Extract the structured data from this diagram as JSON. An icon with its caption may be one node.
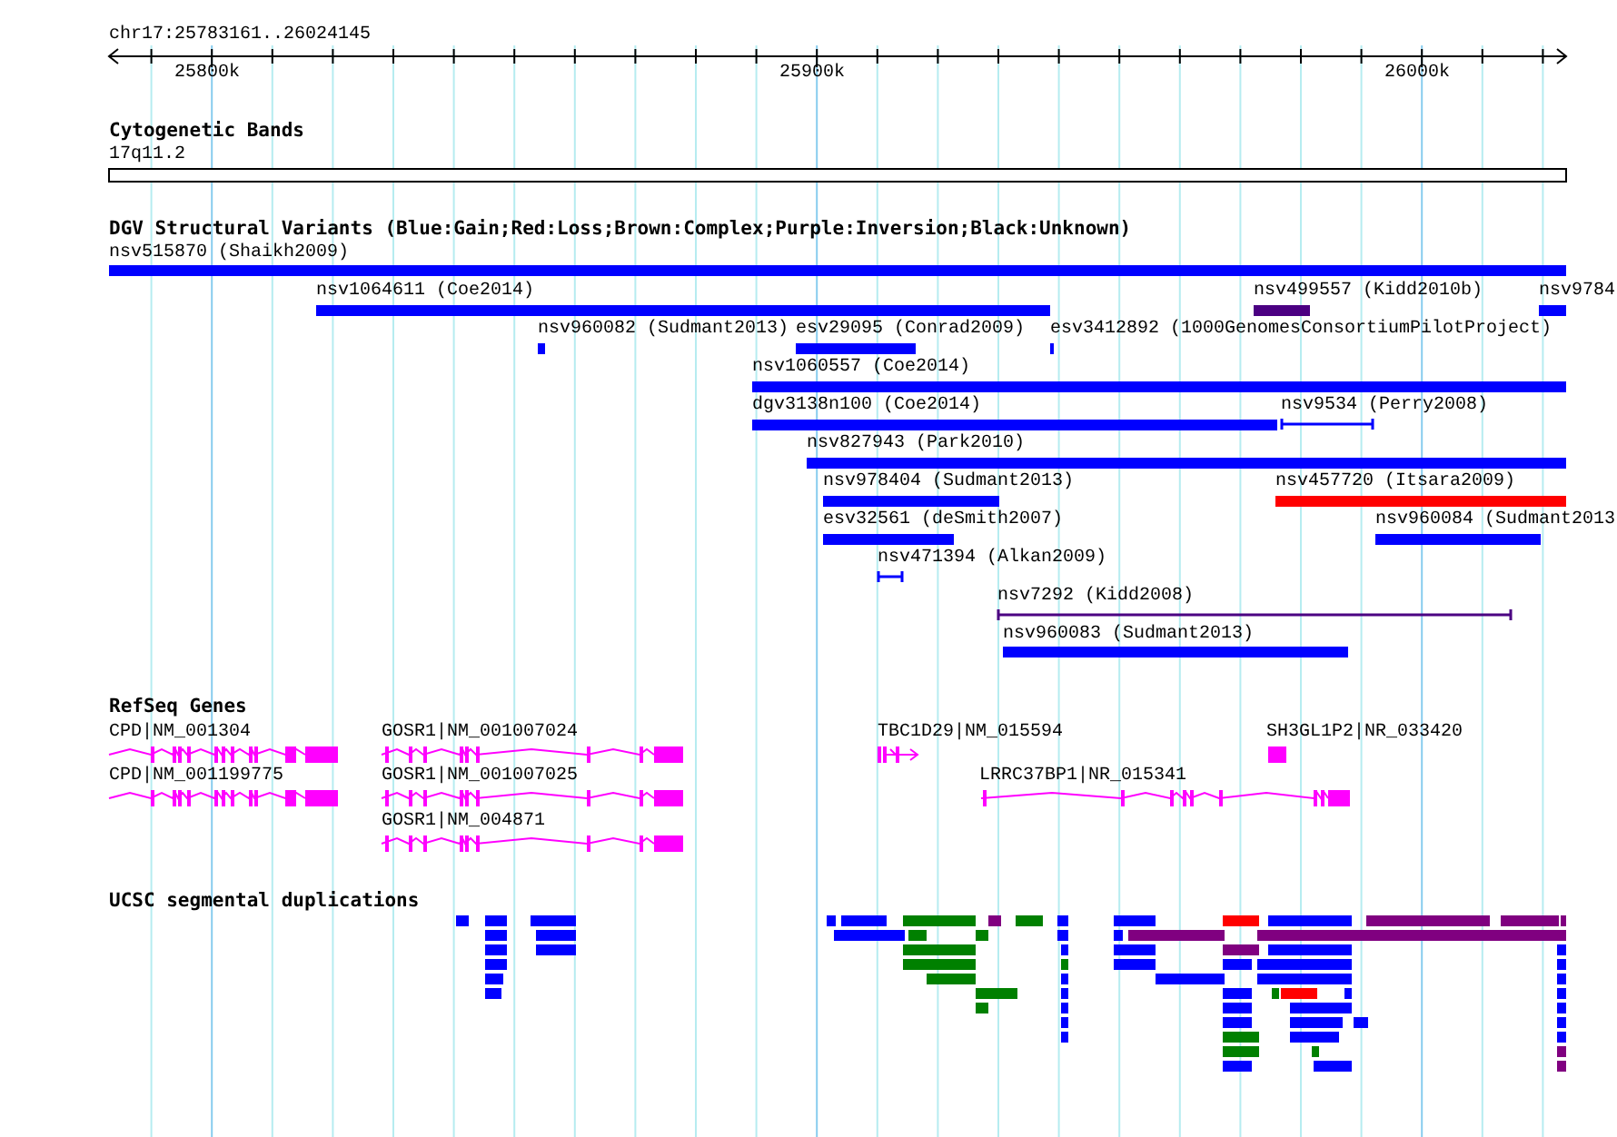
{
  "diagram": {
    "labels": [
      "chr17:25783161..26024145",
      "25800k",
      "25900k",
      "26000k",
      "Cytogenetic Bands",
      "17q11.2",
      "DGV Structural Variants (Blue:Gain;Red:Loss;Brown:Complex;Purple:Inversion;Black:Unknown)",
      "nsv515870 (Shaikh2009)",
      "nsv1064611 (Coe2014)",
      "nsv499557 (Kidd2010b)",
      "nsv9784",
      "nsv960082 (Sudmant2013)",
      "esv29095 (Conrad2009)",
      "esv3412892 (1000GenomesConsortiumPilotProject)",
      "nsv1060557 (Coe2014)",
      "dgv3138n100 (Coe2014)",
      "nsv9534 (Perry2008)",
      "nsv827943 (Park2010)",
      "nsv978404 (Sudmant2013)",
      "nsv457720 (Itsara2009)",
      "esv32561 (deSmith2007)",
      "nsv960084 (Sudmant2013",
      "nsv471394 (Alkan2009)",
      "nsv7292 (Kidd2008)",
      "nsv960083 (Sudmant2013)",
      "RefSeq Genes",
      "CPD|NM_001304",
      "GOSR1|NM_001007024",
      "TBC1D29|NM_015594",
      "SH3GL1P2|NR_033420",
      "CPD|NM_001199775",
      "GOSR1|NM_001007025",
      "LRRC37BP1|NR_015341",
      "GOSR1|NM_004871",
      "UCSC segmental duplications"
    ]
  }
}
